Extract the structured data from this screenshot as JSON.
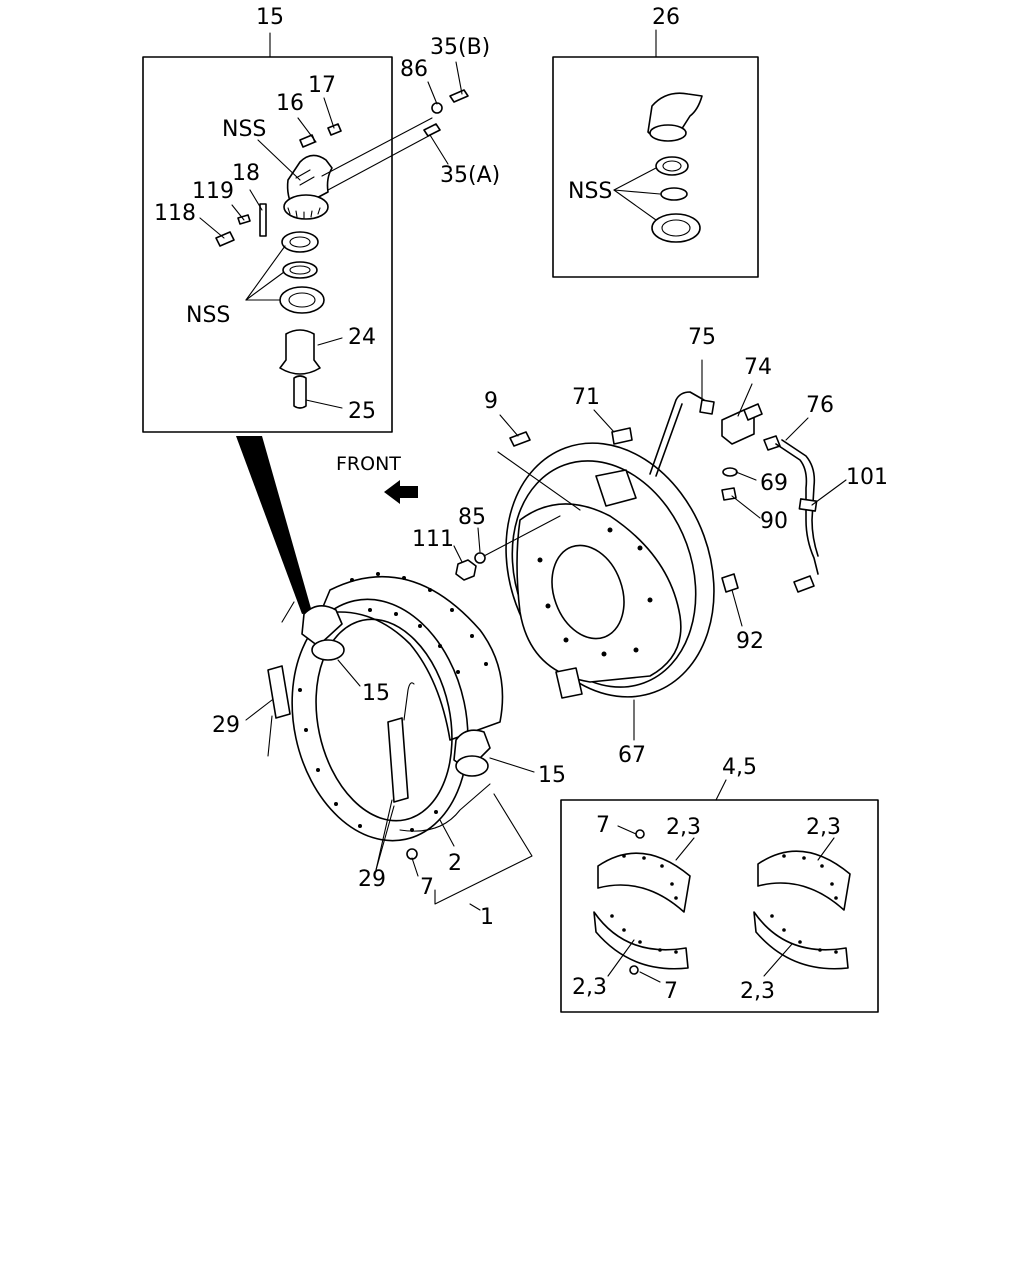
{
  "labels": {
    "l15_top": "15",
    "l26": "26",
    "l35b": "35(B)",
    "l86": "86",
    "l17": "17",
    "l16": "16",
    "nss_a": "NSS",
    "l35a": "35(A)",
    "l18": "18",
    "l119": "119",
    "l118": "118",
    "nss_b": "NSS",
    "l24": "24",
    "l25": "25",
    "nss_c": "NSS",
    "front": "FRONT",
    "l75": "75",
    "l74": "74",
    "l76": "76",
    "l9": "9",
    "l71": "71",
    "l69": "69",
    "l101": "101",
    "l90": "90",
    "l85": "85",
    "l111": "111",
    "l92": "92",
    "l15_mid": "15",
    "l29_left": "29",
    "l67": "67",
    "l15_right": "15",
    "l45": "4,5",
    "l2": "2",
    "l29_bottom": "29",
    "l7_main": "7",
    "l1": "1",
    "k7_top": "7",
    "k23_a": "2,3",
    "k23_b": "2,3",
    "k23_c": "2,3",
    "k7_bottom": "7",
    "k23_d": "2,3"
  }
}
